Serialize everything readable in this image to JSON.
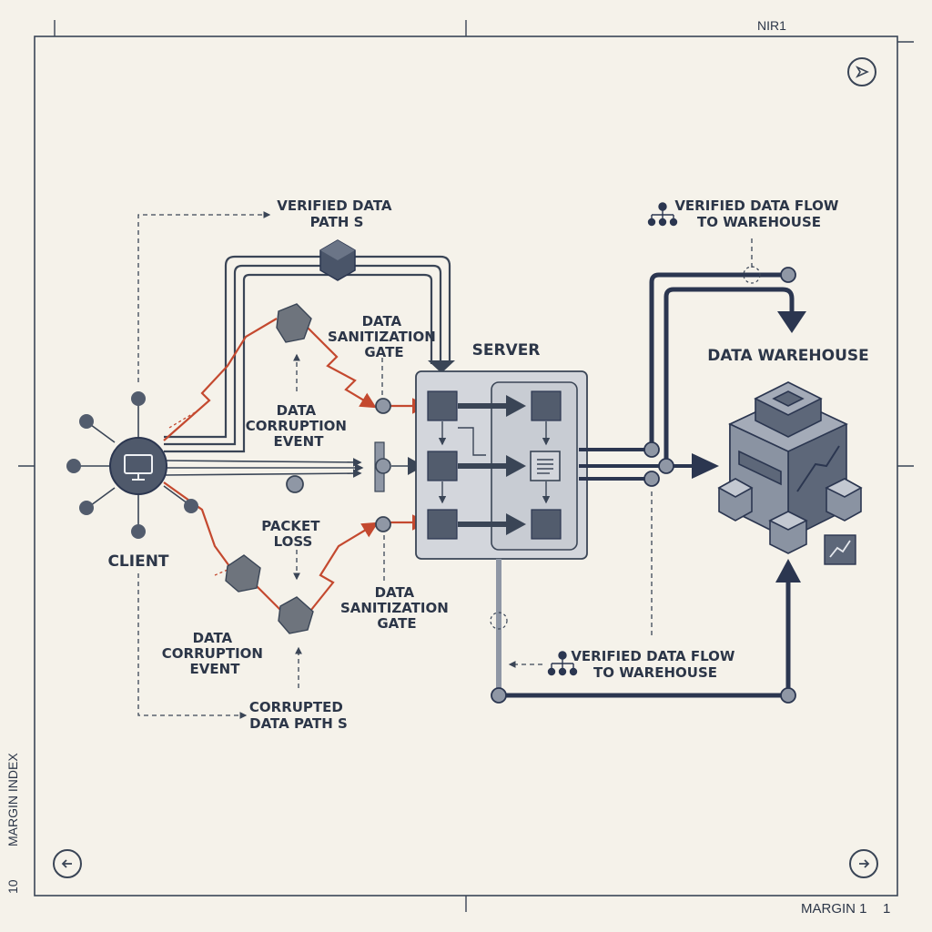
{
  "header": {
    "code": "NIR1"
  },
  "footer": {
    "margin_label": "MARGIN 1",
    "page": "1"
  },
  "margin_side": {
    "label": "MARGIN INDEX",
    "index": "10"
  },
  "labels": {
    "verified_path": [
      "VERIFIED DATA",
      "PATH S"
    ],
    "verified_flow_top": [
      "VERIFIED DATA FLOW",
      "TO WAREHOUSE"
    ],
    "sanitization_top": [
      "DATA",
      "SANITIZATION",
      "GATE"
    ],
    "server": "SERVER",
    "warehouse": "DATA WAREHOUSE",
    "corruption_top": [
      "DATA",
      "CORRUPTION",
      "EVENT"
    ],
    "packet_loss": [
      "PACKET",
      "LOSS"
    ],
    "client": "CLIENT",
    "sanitization_bottom": [
      "DATA",
      "SANITIZATION",
      "GATE"
    ],
    "corruption_bottom": [
      "DATA",
      "CORRUPTION",
      "EVENT"
    ],
    "verified_flow_bottom": [
      "VERIFIED DATA FLOW",
      "TO WAREHOUSE"
    ],
    "corrupted_path": [
      "CORRUPTED",
      "DATA PATH S"
    ]
  },
  "icons": {
    "top_right": "navigation-arrow-icon",
    "bottom_left": "arrow-left-icon",
    "bottom_right": "arrow-right-icon"
  },
  "colors": {
    "ink": "#3a4556",
    "navy": "#2b3650",
    "corrupt": "#c4492f",
    "panel": "#d3d6dc",
    "paper": "#f5f2ea"
  }
}
